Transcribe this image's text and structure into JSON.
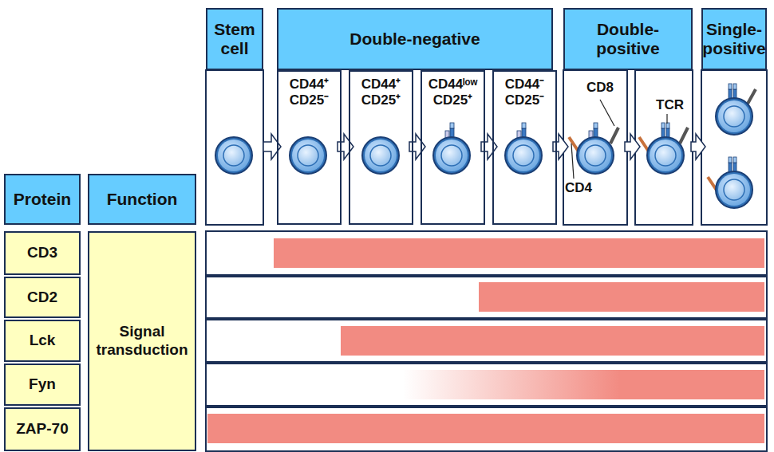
{
  "diagram": {
    "nodes": [
      {
        "text": [
          "Stem cell"
        ]
      },
      {
        "text": [
          "Double-negative"
        ]
      },
      {
        "text": [
          "Double-positive"
        ]
      },
      {
        "text": [
          "Single-positive"
        ]
      },
      {
        "text": [
          "CD44⁺ CD25⁻"
        ]
      },
      {
        "text": [
          "CD44⁺ CD25⁺"
        ]
      },
      {
        "text": [
          "CD44ˡᵒʷ CD25⁺"
        ]
      },
      {
        "text": [
          "CD44⁻ CD25⁻"
        ]
      },
      {
        "text": [
          "Protein"
        ]
      },
      {
        "text": [
          "Function"
        ]
      },
      {
        "text": [
          "CD3"
        ]
      },
      {
        "text": [
          "CD2"
        ]
      },
      {
        "text": [
          "Lck"
        ]
      },
      {
        "text": [
          "Fyn"
        ]
      },
      {
        "text": [
          "ZAP-70"
        ]
      },
      {
        "text": [
          "Signal transduction"
        ]
      }
    ],
    "labels": [
      "CD8",
      "TCR",
      "CD4"
    ]
  }
}
